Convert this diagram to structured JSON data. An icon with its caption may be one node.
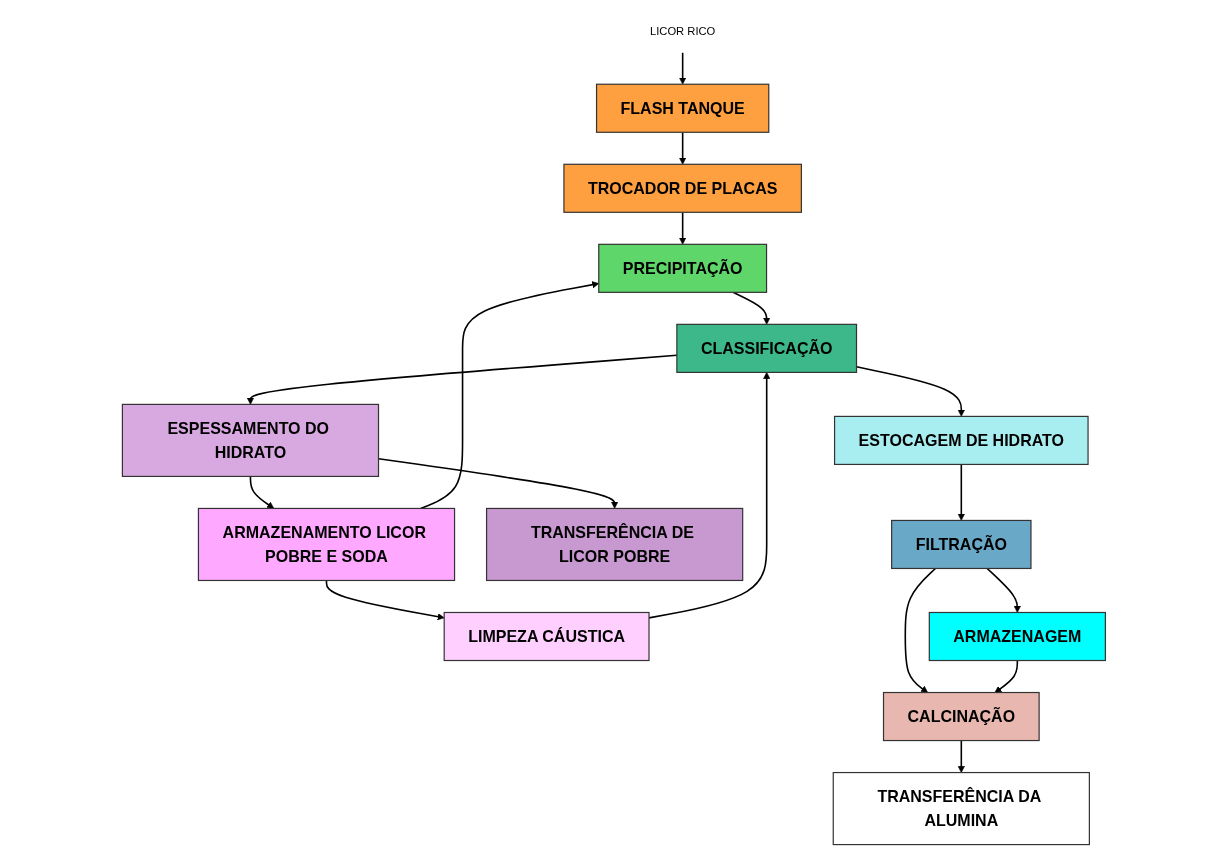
{
  "diagram": {
    "nodes": [
      {
        "text": [
          "LICOR RICO"
        ]
      },
      {
        "text": [
          "FLASH TANQUE"
        ]
      },
      {
        "text": [
          "TROCADOR DE PLACAS"
        ]
      },
      {
        "text": [
          "ARMAZENAMENTO LICOR POBRE E SODA"
        ]
      },
      {
        "text": [
          "PRECIPITAÇÃO"
        ]
      },
      {
        "text": [
          "LIMPEZA CÁUSTICA"
        ]
      },
      {
        "text": [
          "CLASSIFICAÇÃO"
        ]
      },
      {
        "text": [
          "ESPESSAMENTO DO HIDRATO"
        ]
      },
      {
        "text": [
          "ESTOCAGEM DE HIDRATO"
        ]
      },
      {
        "text": [
          "TRANSFERÊNCIA DE LICOR POBRE"
        ]
      },
      {
        "text": [
          "FILTRAÇÃO"
        ]
      },
      {
        "text": [
          "CALCINAÇÃO"
        ]
      },
      {
        "text": [
          "ARMAZENAGEM"
        ]
      },
      {
        "text": [
          "TRANSFERÊNCIA DA ALUMINA"
        ]
      }
    ],
    "edges": [
      {
        "from": 0,
        "to": 1,
        "arrow": "to"
      },
      {
        "from": 1,
        "to": 2,
        "arrow": "to"
      },
      {
        "from": 2,
        "to": 4,
        "arrow": "to"
      },
      {
        "from": 3,
        "to": 4,
        "arrow": "to"
      },
      {
        "from": 3,
        "to": 5,
        "arrow": "to"
      },
      {
        "from": 4,
        "to": 6,
        "arrow": "to"
      },
      {
        "from": 5,
        "to": 6,
        "arrow": "to"
      },
      {
        "from": 6,
        "to": 7,
        "arrow": "to"
      },
      {
        "from": 6,
        "to": 8,
        "arrow": "to"
      },
      {
        "from": 7,
        "to": 3,
        "arrow": "to"
      },
      {
        "from": 7,
        "to": 9,
        "arrow": "to"
      },
      {
        "from": 8,
        "to": 10,
        "arrow": "to"
      },
      {
        "from": 10,
        "to": 11,
        "arrow": "to"
      },
      {
        "from": 10,
        "to": 12,
        "arrow": "to"
      },
      {
        "from": 12,
        "to": 11,
        "arrow": "to"
      },
      {
        "from": 11,
        "to": 13,
        "arrow": "to"
      }
    ]
  }
}
